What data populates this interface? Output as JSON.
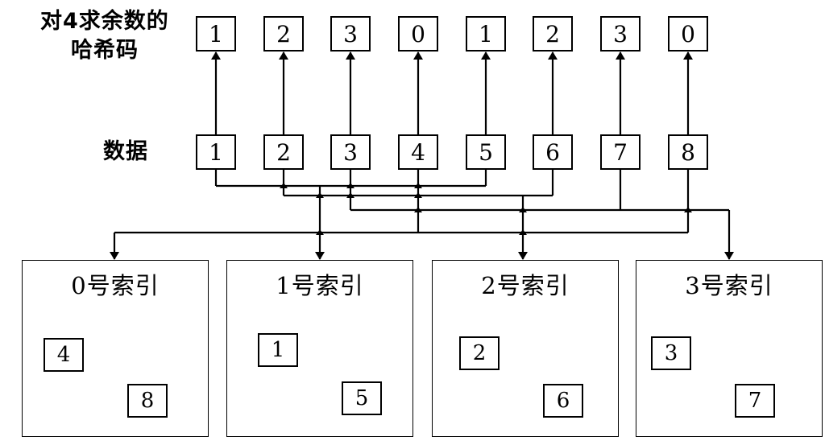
{
  "labels": {
    "hash_line1": "对4求余数的",
    "hash_line2": "哈希码",
    "data": "数据"
  },
  "hash_codes": [
    "1",
    "2",
    "3",
    "0",
    "1",
    "2",
    "3",
    "0"
  ],
  "data_values": [
    "1",
    "2",
    "3",
    "4",
    "5",
    "6",
    "7",
    "8"
  ],
  "buckets": [
    {
      "title": "0号索引",
      "items": [
        "4",
        "8"
      ]
    },
    {
      "title": "1号索引",
      "items": [
        "1",
        "5"
      ]
    },
    {
      "title": "2号索引",
      "items": [
        "2",
        "6"
      ]
    },
    {
      "title": "3号索引",
      "items": [
        "3",
        "7"
      ]
    }
  ]
}
